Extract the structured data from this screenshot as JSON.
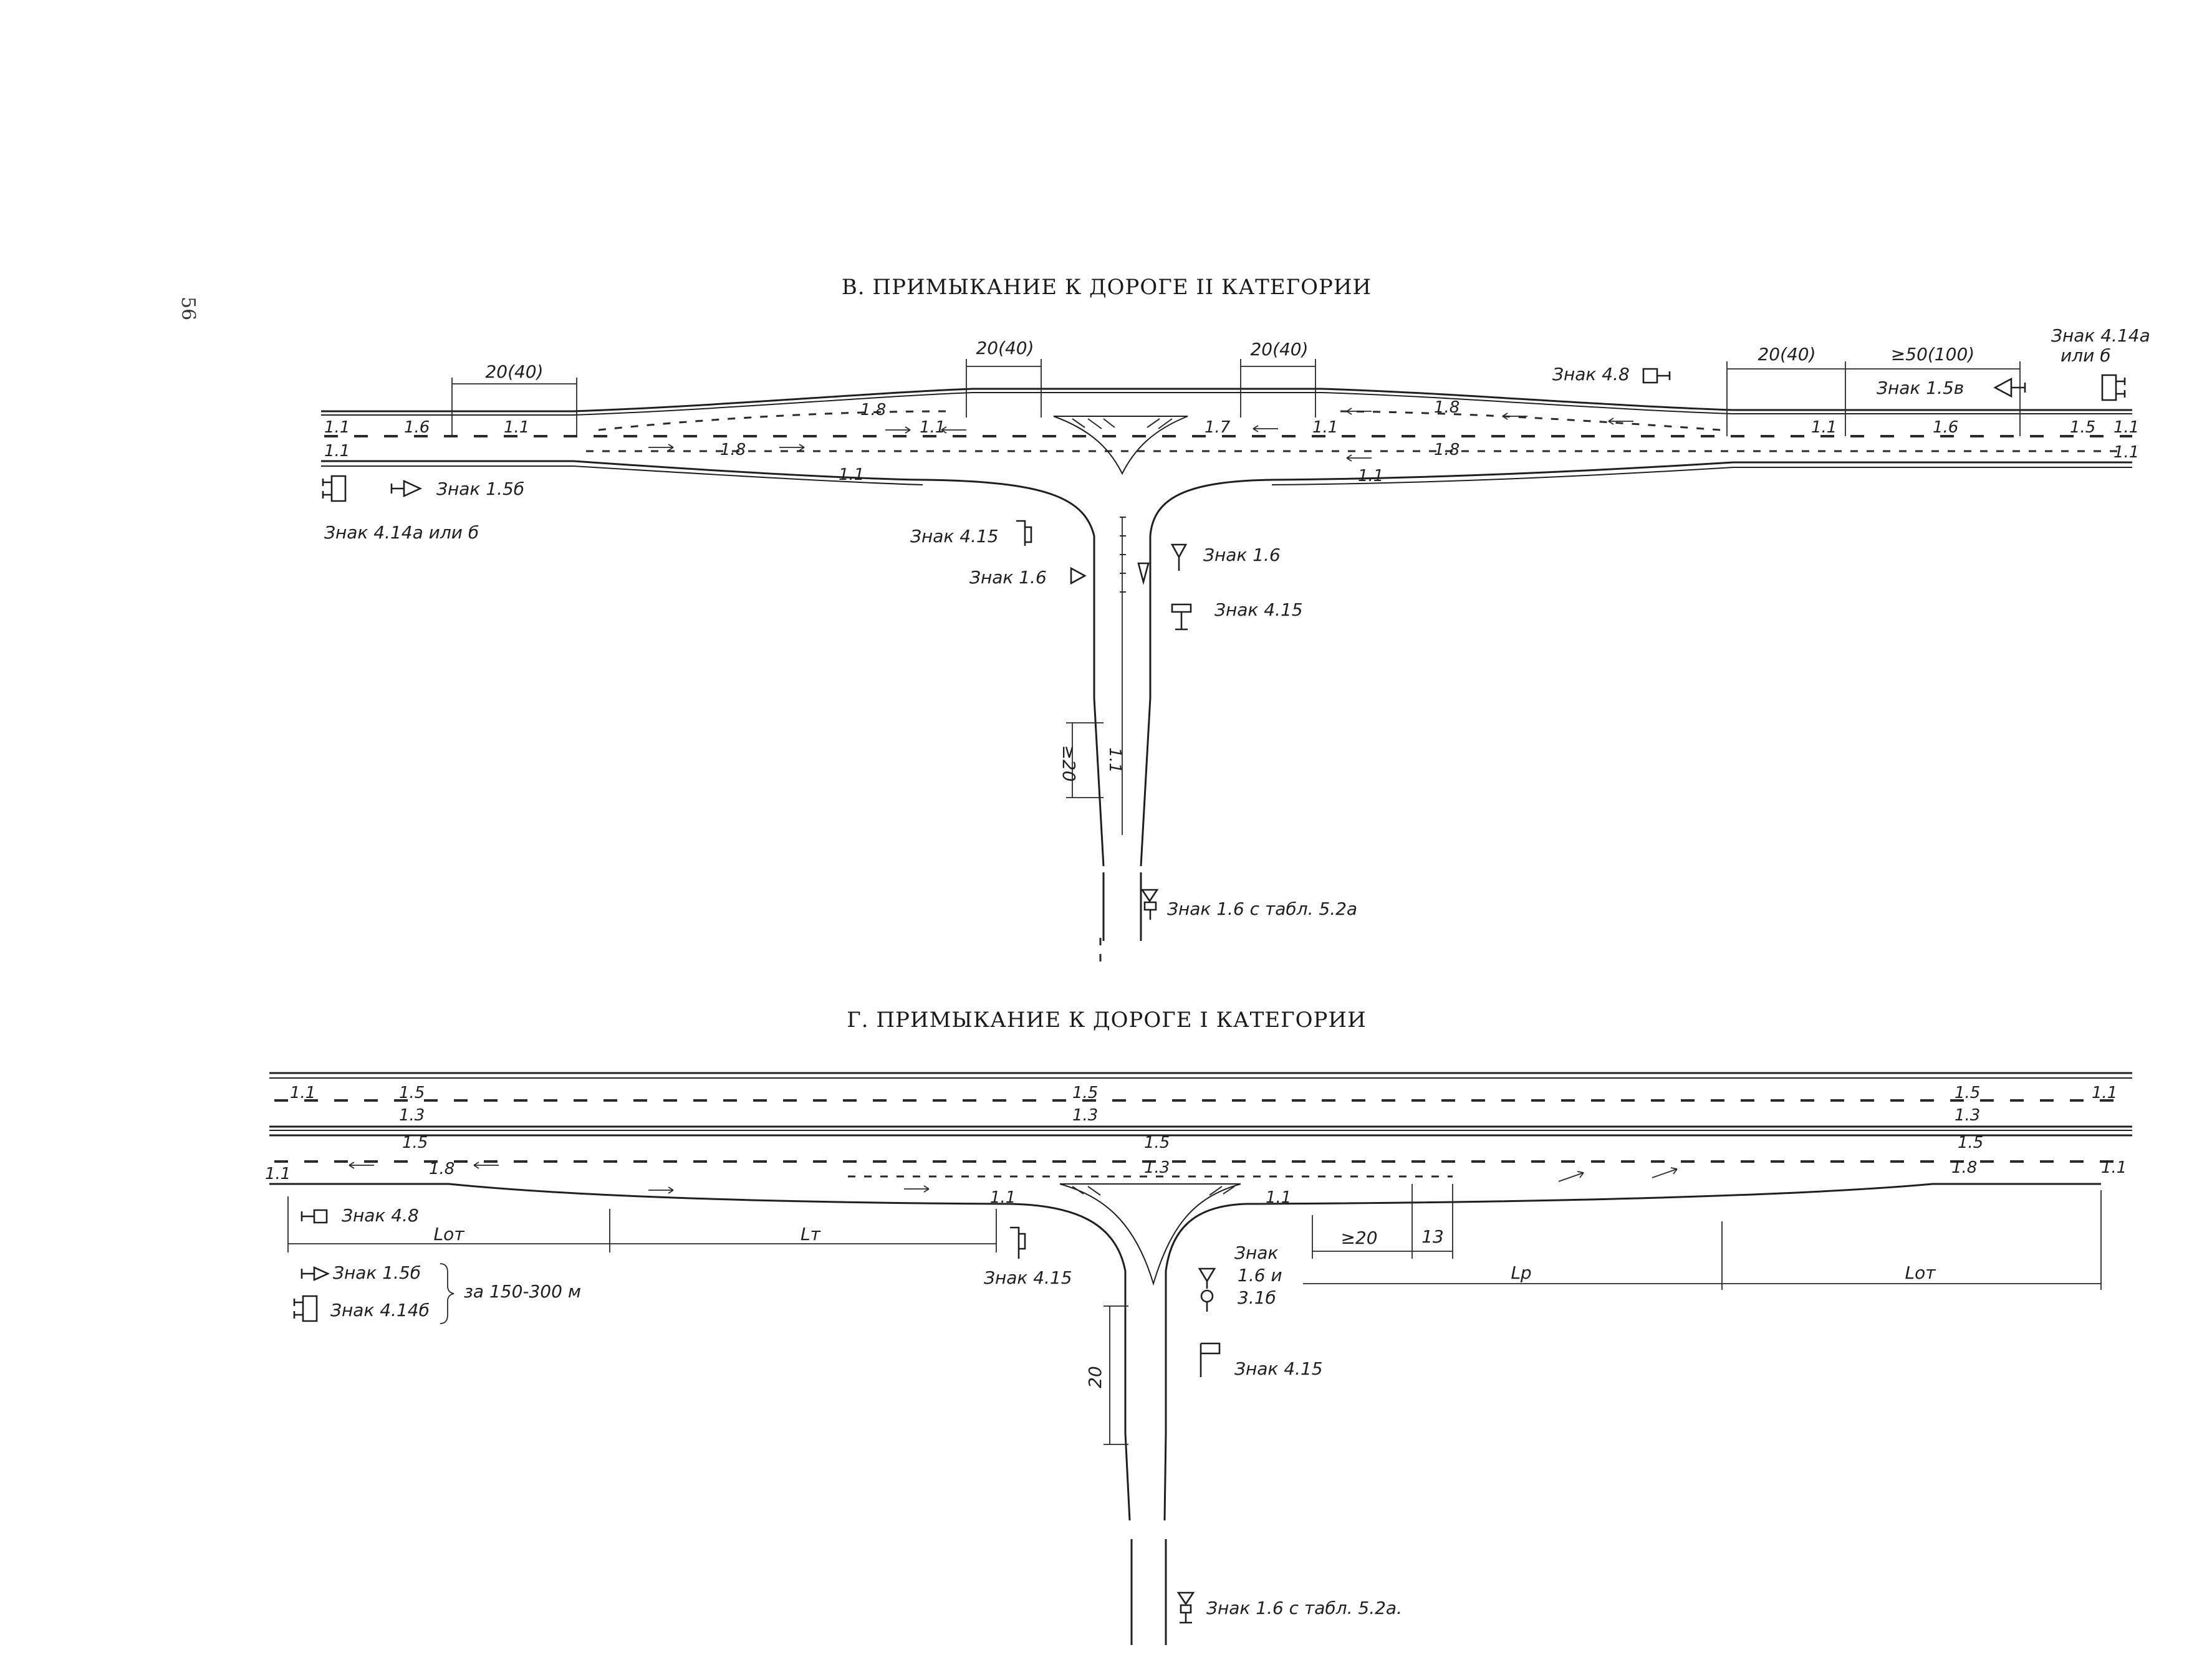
{
  "page_number": "56",
  "section_v": {
    "title": "В. ПРИМЫКАНИЕ К ДОРОГЕ II КАТЕГОРИИ",
    "dims": {
      "d1": "20(40)",
      "d2": "20(40)",
      "d3": "20(40)",
      "d4": "20(40)",
      "d5": "≥50(100)",
      "vert": "≥20"
    },
    "markings": {
      "m_1_1_a": "1.1",
      "m_1_6_a": "1.6",
      "m_1_1_b": "1.1",
      "m_1_1_c": "1.1",
      "m_1_8_a": "1.8",
      "m_1_1_d": "1.1",
      "m_1_8_b": "1.8",
      "m_1_1_e": "1.1",
      "m_1_7": "1.7",
      "m_1_1_f": "1.1",
      "m_1_8_c": "1.8",
      "m_1_8_d": "1.8",
      "m_1_1_g": "1.1",
      "m_1_1_h": "1.1",
      "m_1_6_b": "1.6",
      "m_1_5": "1.5",
      "m_1_1_i": "1.1",
      "m_1_1_j": "1.1",
      "m_1_1_stem": "1.1"
    },
    "signs": {
      "s_4_8": "Знак 4.8",
      "s_1_5v": "Знак 1.5в",
      "s_4_14_right": "Знак 4.14а",
      "s_4_14_right_or": "или б",
      "s_1_5b": "Знак 1.5б",
      "s_4_14_left": "Знак 4.14а или б",
      "s_4_15_left": "Знак 4.15",
      "s_1_6_left": "Знак 1.6",
      "s_1_6_right": "Знак 1.6",
      "s_4_15_right": "Знак 4.15",
      "s_1_6_tab": "Знак 1.6 с табл. 5.2а"
    }
  },
  "section_g": {
    "title": "Г. ПРИМЫКАНИЕ К ДОРОГЕ I КАТЕГОРИИ",
    "markings": {
      "t_1_1_l": "1.1",
      "t_1_5_a": "1.5",
      "t_1_3_a": "1.3",
      "t_1_5_b": "1.5",
      "t_1_3_b": "1.3",
      "t_1_5_c": "1.5",
      "t_1_3_c": "1.3",
      "t_1_1_r": "1.1",
      "b_1_5_a": "1.5",
      "b_1_1_l": "1.1",
      "b_1_8_a": "1.8",
      "b_1_5_b": "1.5",
      "b_1_3": "1.3",
      "b_1_1_c": "1.1",
      "b_1_1_d": "1.1",
      "b_1_5_r": "1.5",
      "b_1_8_r": "1.8",
      "b_1_1_r": "1.1"
    },
    "dims": {
      "lot_left": "Lот",
      "lt": "Lт",
      "ge20": "≥20",
      "d13": "13",
      "lp": "Lр",
      "lot_right": "Lот",
      "vert": "20"
    },
    "signs": {
      "s_4_8": "Знак 4.8",
      "s_1_5b": "Знак 1.5б",
      "s_4_14b": "Знак 4.14б",
      "distance": "за 150-300 м",
      "s_4_15_left": "Знак 4.15",
      "s_combo_1": "Знак",
      "s_combo_2": "1.6 и",
      "s_combo_3": "3.1б",
      "s_4_15_right": "Знак 4.15",
      "s_1_6_tab": "Знак 1.6 с табл. 5.2а."
    }
  }
}
